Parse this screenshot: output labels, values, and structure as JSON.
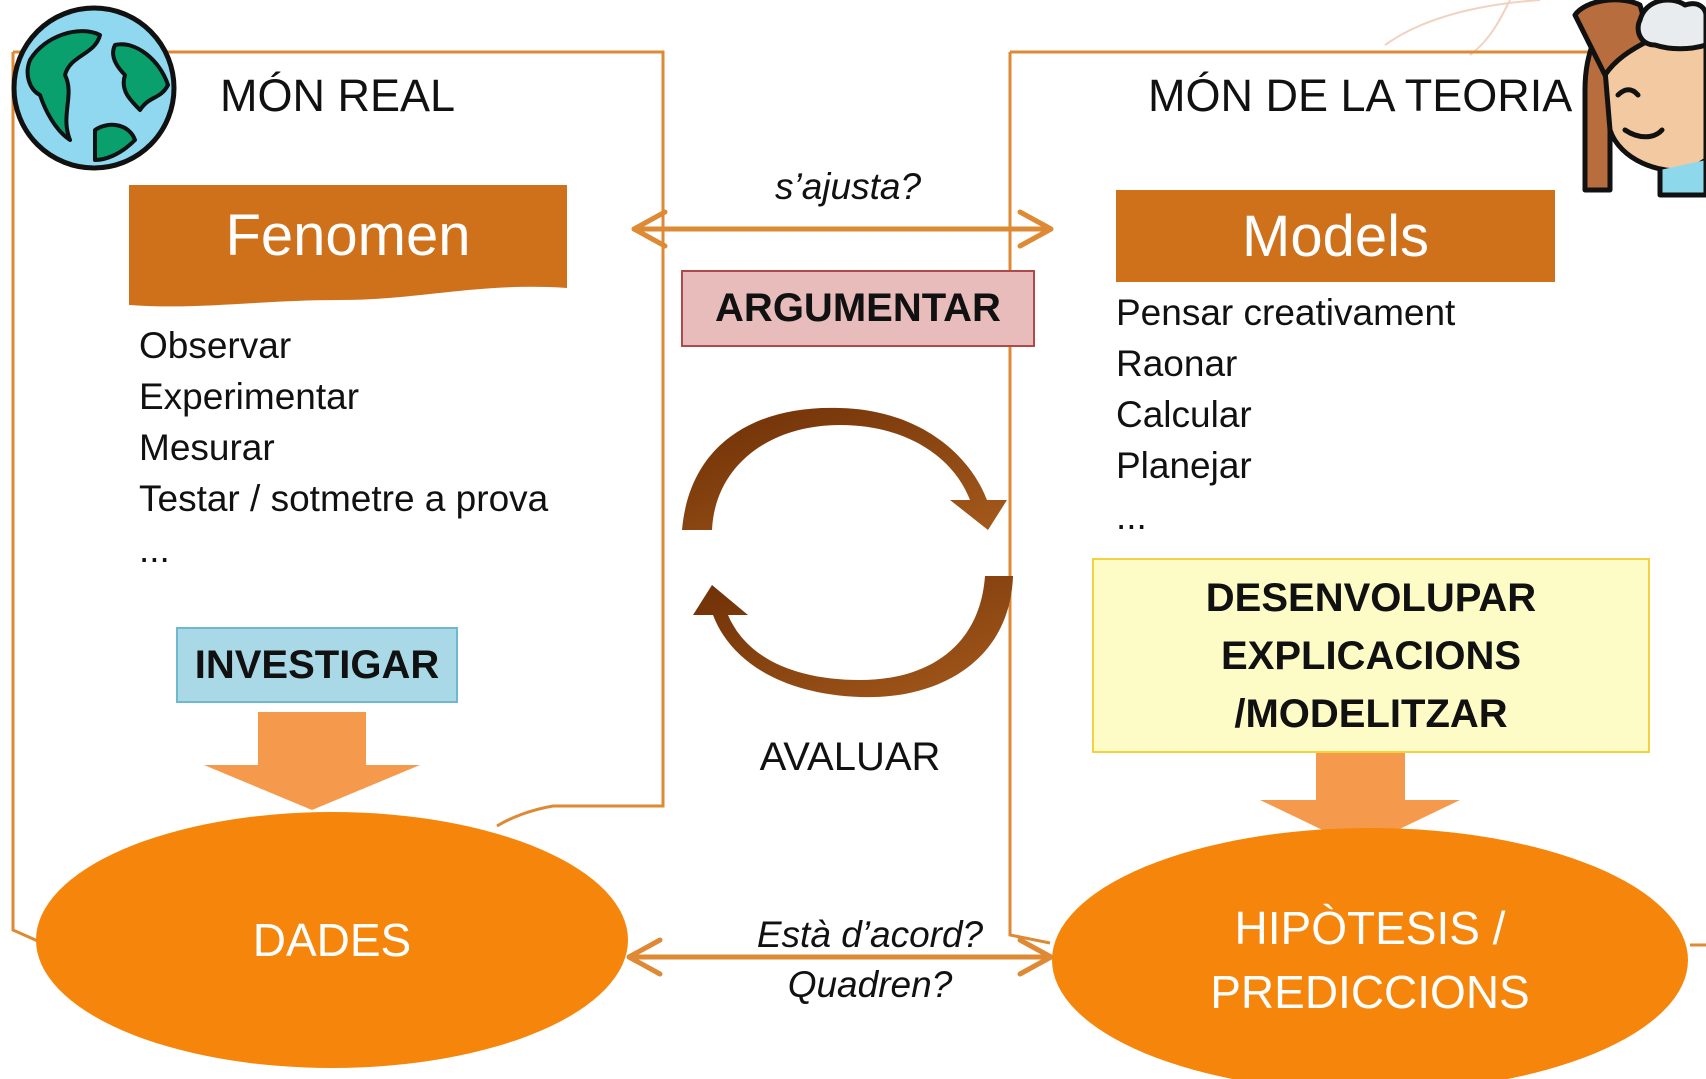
{
  "real_world": {
    "title": "MÓN REAL",
    "banner": "Fenomen",
    "verbs": [
      "Observar",
      "Experimentar",
      "Mesurar",
      "Testar / sotmetre a prova",
      "..."
    ],
    "action": "INVESTIGAR",
    "output": "DADES"
  },
  "theory_world": {
    "title": "MÓN DE LA TEORIA",
    "banner": "Models",
    "verbs": [
      "Pensar creativament",
      "Raonar",
      "Calcular",
      "Planejar",
      "..."
    ],
    "action_lines": [
      "DESENVOLUPAR",
      "EXPLICACIONS",
      "/MODELITZAR"
    ],
    "output_lines": [
      "HIPÒTESIS /",
      "PREDICCIONS"
    ]
  },
  "center": {
    "top_question": "s’ajusta?",
    "argue": "ARGUMENTAR",
    "evaluate": "AVALUAR",
    "bottom_question_lines": [
      "Està d’acord?",
      "Quadren?"
    ]
  },
  "colors": {
    "frame": "#de8a35",
    "banner": "#cf701b",
    "ellipse": "#f5860b",
    "down_arrow": "#f59a4c",
    "cycle_arrow": "#7a3b0c",
    "investigar_fill": "#a9d9e6",
    "argumentar_fill": "#e9bcbc",
    "modelitzar_fill": "#fdfbc6"
  },
  "icons": [
    "globe-icon",
    "thinking-person-icon"
  ]
}
